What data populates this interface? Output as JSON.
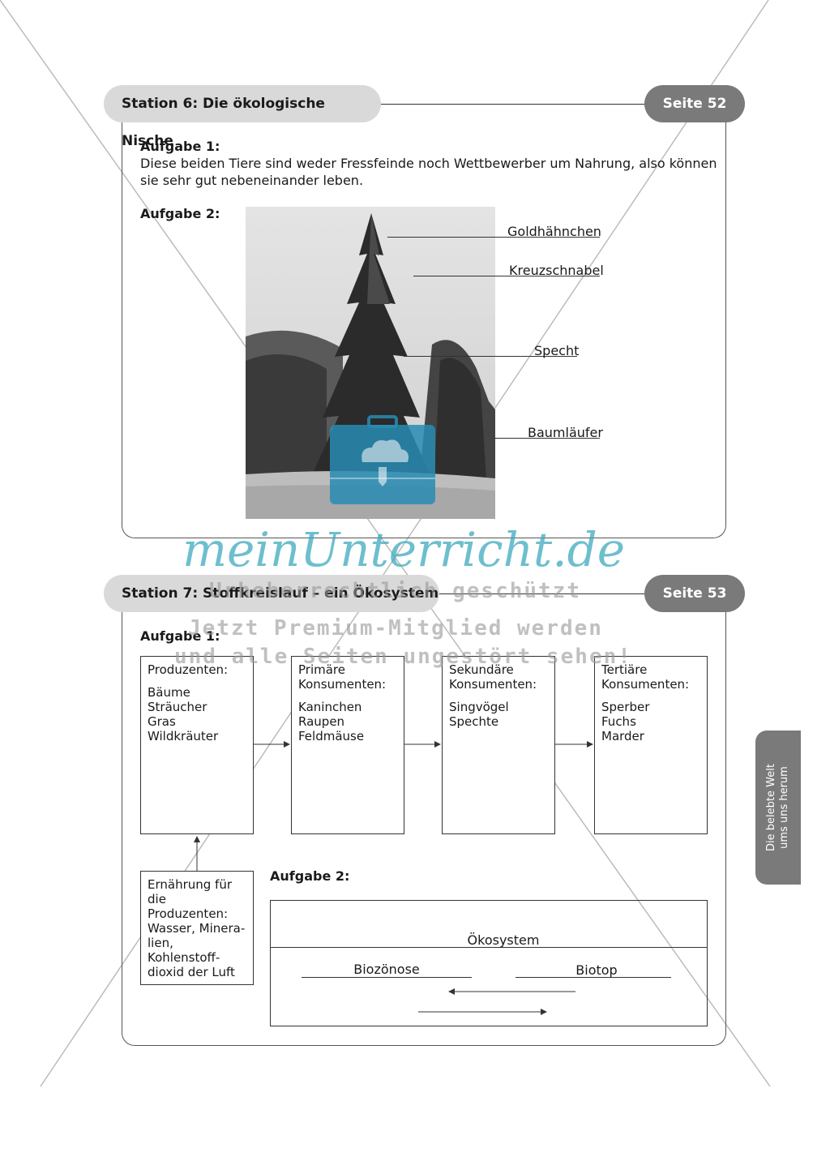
{
  "station6": {
    "title": "Station 6: Die ökologische Nische",
    "page": "Seite 52",
    "task1_heading": "Aufgabe 1:",
    "task1_text_line1": "Diese beiden Tiere sind weder Fressfeinde noch Wettbewerber um Nahrung, also können",
    "task1_text_line2": "sie sehr gut nebeneinander leben.",
    "task2_heading": "Aufgabe 2:",
    "tree_labels": [
      "Goldhähnchen",
      "Kreuzschnabel",
      "Specht",
      "Baumläufer"
    ]
  },
  "station7": {
    "title": "Station 7: Stoffkreislauf – ein Ökosystem",
    "page": "Seite 53",
    "task1_heading": "Aufgabe 1:",
    "boxes": [
      {
        "label_line1": "Produzenten:",
        "label_line2": "",
        "items": [
          "Bäume",
          "Sträucher",
          "Gras",
          "Wildkräuter"
        ]
      },
      {
        "label_line1": "Primäre",
        "label_line2": "Konsumenten:",
        "items": [
          "Kaninchen",
          "Raupen",
          "Feldmäuse"
        ]
      },
      {
        "label_line1": "Sekundäre",
        "label_line2": "Konsumenten:",
        "items": [
          "Singvögel",
          "Spechte"
        ]
      },
      {
        "label_line1": "Tertiäre",
        "label_line2": "Konsumenten:",
        "items": [
          "Sperber",
          "Fuchs",
          "Marder"
        ]
      }
    ],
    "nutrition_box": [
      "Ernährung für",
      "die Produzenten:",
      "Wasser, Minera-",
      "lien, Kohlenstoff-",
      "dioxid der Luft"
    ],
    "task2_heading": "Aufgabe 2:",
    "ecosystem_title": "Ökosystem",
    "biozoenose": "Biozönose",
    "biotop": "Biotop"
  },
  "side_tab": {
    "line1": "Die belebte Welt",
    "line2": "ums uns herum"
  },
  "watermark": {
    "brand": "meinUnterricht.de",
    "line1": "Urheberrechtlich geschützt",
    "line2": "Jetzt Premium-Mitglied werden",
    "line3": "und alle Seiten ungestört sehen!"
  }
}
